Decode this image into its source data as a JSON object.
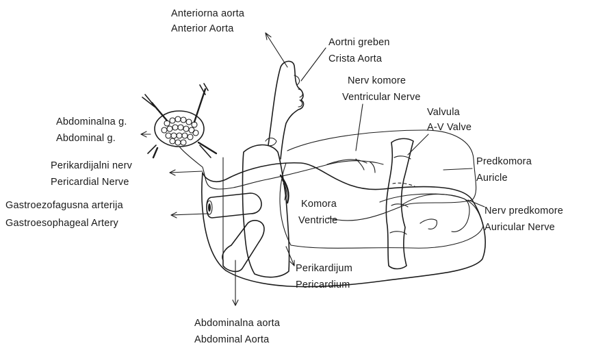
{
  "labels": {
    "anterior_aorta": {
      "sr": "Anteriorna aorta",
      "en": "Anterior Aorta"
    },
    "aortic_crest": {
      "sr": "Aortni greben",
      "en": "Crista Aorta"
    },
    "ventricular_nerve": {
      "sr": "Nerv komore",
      "en": "Ventricular Nerve"
    },
    "av_valve": {
      "sr": "Valvula",
      "en": "A-V Valve"
    },
    "abdominal_ganglion": {
      "sr": "Abdominalna g.",
      "en": "Abdominal g."
    },
    "pericardial_nerve": {
      "sr": "Perikardijalni nerv",
      "en": "Pericardial Nerve"
    },
    "auricle": {
      "sr": "Predkomora",
      "en": "Auricle"
    },
    "gastroesophageal_artery": {
      "sr": "Gastroezofagusna arterija",
      "en": "Gastroesophageal Artery"
    },
    "ventricle": {
      "sr": "Komora",
      "en": "Ventricle"
    },
    "auricular_nerve": {
      "sr": "Nerv predkomore",
      "en": "Auricular Nerve"
    },
    "pericardium": {
      "sr": "Perikardijum",
      "en": "Pericardium"
    },
    "abdominal_aorta": {
      "sr": "Abdominalna aorta",
      "en": "Abdominal Aorta"
    }
  }
}
